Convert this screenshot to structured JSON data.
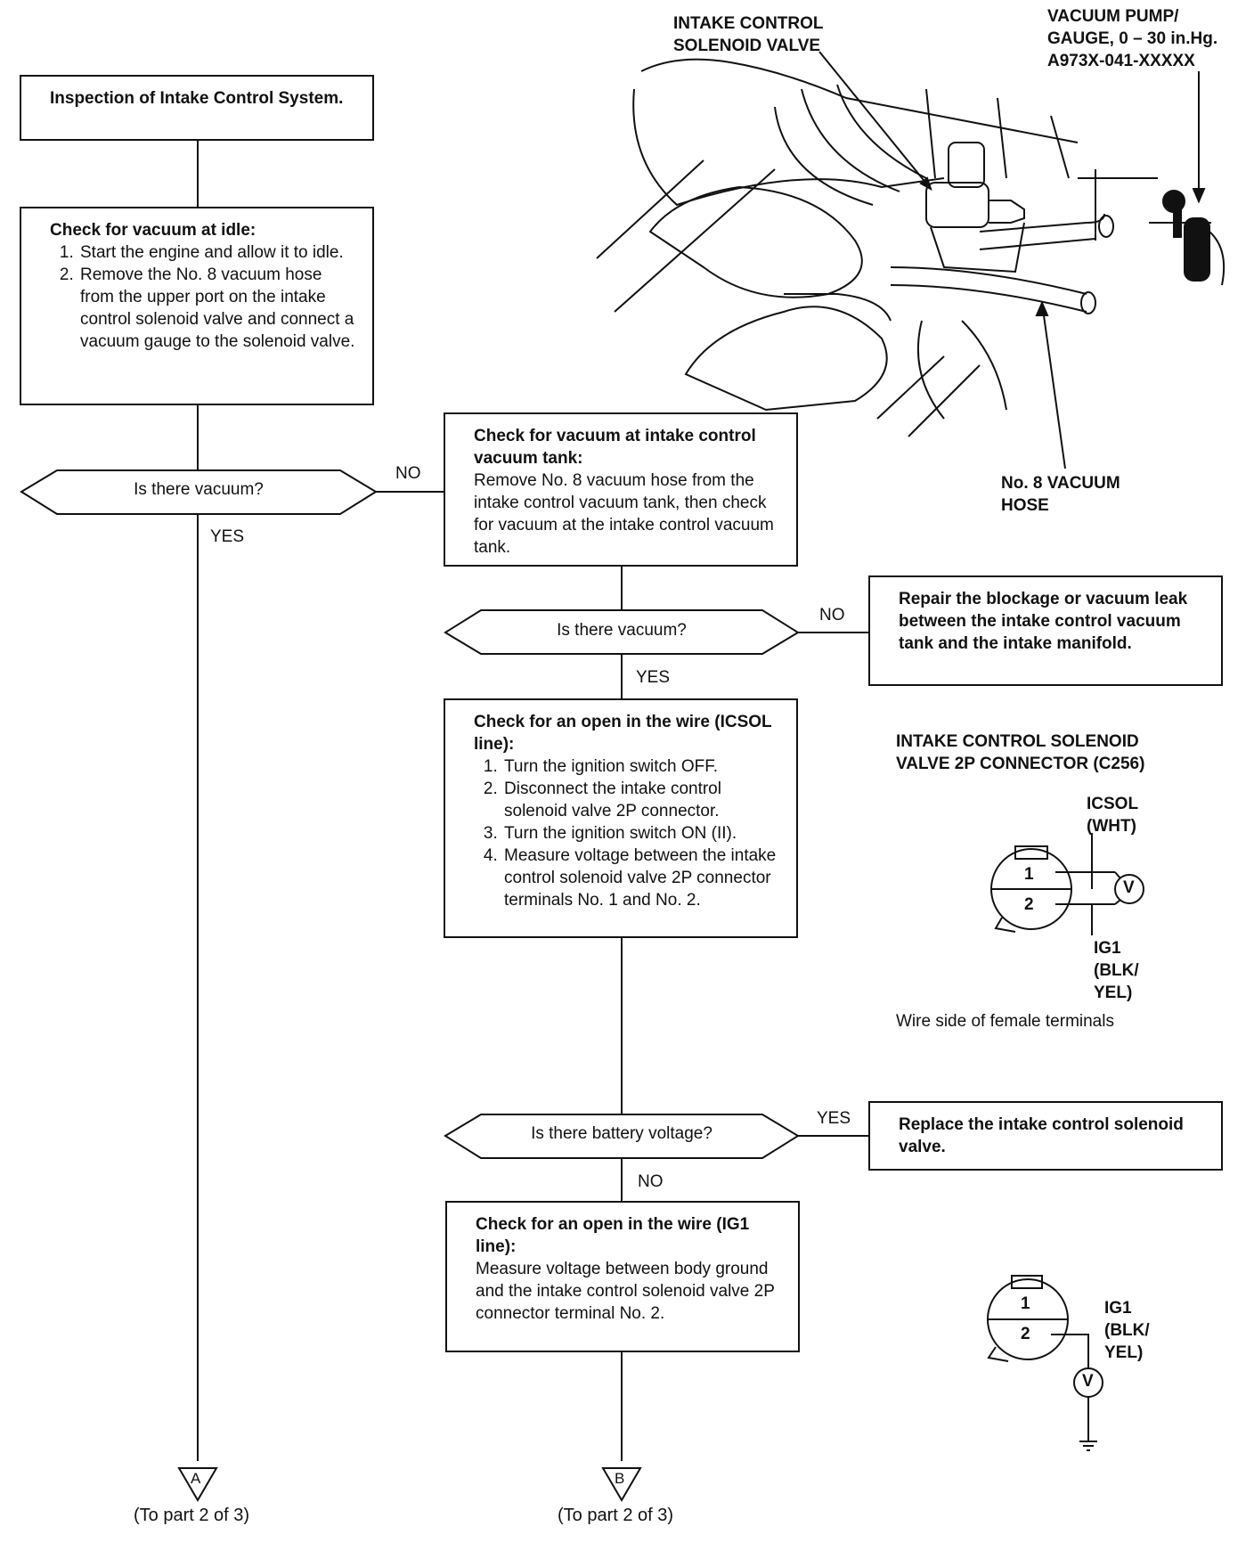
{
  "start_box": {
    "text": "Inspection of Intake Control System."
  },
  "step1": {
    "heading": "Check for vacuum at idle:",
    "items": [
      "Start the engine and allow it to idle.",
      "Remove the No. 8 vacuum hose from the upper port on the intake control solenoid valve and connect a vacuum gauge to the solenoid valve."
    ]
  },
  "decision1": {
    "question": "Is there vacuum?",
    "no": "NO",
    "yes": "YES"
  },
  "step2": {
    "heading": "Check for vacuum at intake control vacuum tank:",
    "body": "Remove No. 8 vacuum hose from the intake control vacuum tank, then check for vacuum at the intake control vacuum tank."
  },
  "decision2": {
    "question": "Is there vacuum?",
    "no": "NO",
    "yes": "YES"
  },
  "repair_box": {
    "text": "Repair the blockage or vacuum leak between the intake control vacuum tank and the intake manifold."
  },
  "step3": {
    "heading": "Check for an open in the wire (ICSOL line):",
    "items": [
      "Turn the ignition switch OFF.",
      "Disconnect the intake control solenoid valve 2P connector.",
      "Turn the ignition switch ON (II).",
      "Measure voltage between the intake control solenoid valve 2P connector terminals No. 1 and No. 2."
    ]
  },
  "decision3": {
    "question": "Is there battery voltage?",
    "yes": "YES",
    "no": "NO"
  },
  "replace_box": {
    "text": "Replace the intake control solenoid valve."
  },
  "step4": {
    "heading": "Check for an open in the wire (IG1 line):",
    "body": "Measure voltage between body ground and the intake control solenoid valve 2P connector terminal No. 2."
  },
  "connector_a": {
    "letter": "A",
    "caption": "(To part 2 of 3)"
  },
  "connector_b": {
    "letter": "B",
    "caption": "(To part 2 of 3)"
  },
  "illustration": {
    "solenoid_label": "INTAKE CONTROL\nSOLENOID VALVE",
    "pump_label": "VACUUM PUMP/\nGAUGE, 0 – 30 in.Hg.\nA973X-041-XXXXX",
    "hose_label": "No. 8 VACUUM\nHOSE"
  },
  "connector_diagram_1": {
    "title": "INTAKE CONTROL SOLENOID\nVALVE 2P CONNECTOR (C256)",
    "pin1": "1",
    "pin2": "2",
    "icsol_label": "ICSOL\n(WHT)",
    "ig1_label": "IG1\n(BLK/\nYEL)",
    "meter": "V",
    "caption": "Wire side of female terminals"
  },
  "connector_diagram_2": {
    "pin1": "1",
    "pin2": "2",
    "ig1_label": "IG1\n(BLK/\nYEL)",
    "meter": "V"
  }
}
